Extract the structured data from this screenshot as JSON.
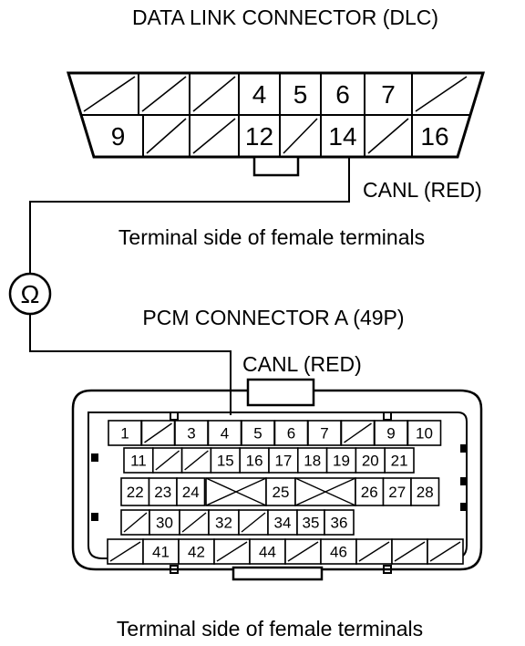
{
  "dlc": {
    "title": "DATA LINK CONNECTOR (DLC)",
    "side_caption": "Terminal side of female terminals",
    "wire_label": "CANL (RED)",
    "top_row": [
      "",
      "",
      "",
      "4",
      "5",
      "6",
      "7",
      ""
    ],
    "bottom_row": [
      "9",
      "",
      "",
      "12",
      "",
      "14",
      "",
      "16"
    ]
  },
  "meter": {
    "symbol": "Ω"
  },
  "pcm": {
    "title": "PCM CONNECTOR A (49P)",
    "wire_label": "CANL (RED)",
    "side_caption": "Terminal side of female terminals",
    "rows": [
      [
        "1",
        "",
        "3",
        "4",
        "5",
        "6",
        "7",
        "",
        "9",
        "10"
      ],
      [
        "11",
        "",
        "",
        "15",
        "16",
        "17",
        "18",
        "19",
        "20",
        "21"
      ],
      [
        "22",
        "23",
        "24",
        "25",
        "26",
        "27",
        "28"
      ],
      [
        "",
        "30",
        "",
        "32",
        "",
        "34",
        "35",
        "36"
      ],
      [
        "",
        "41",
        "42",
        "",
        "44",
        "",
        "46",
        "",
        "",
        ""
      ]
    ]
  }
}
